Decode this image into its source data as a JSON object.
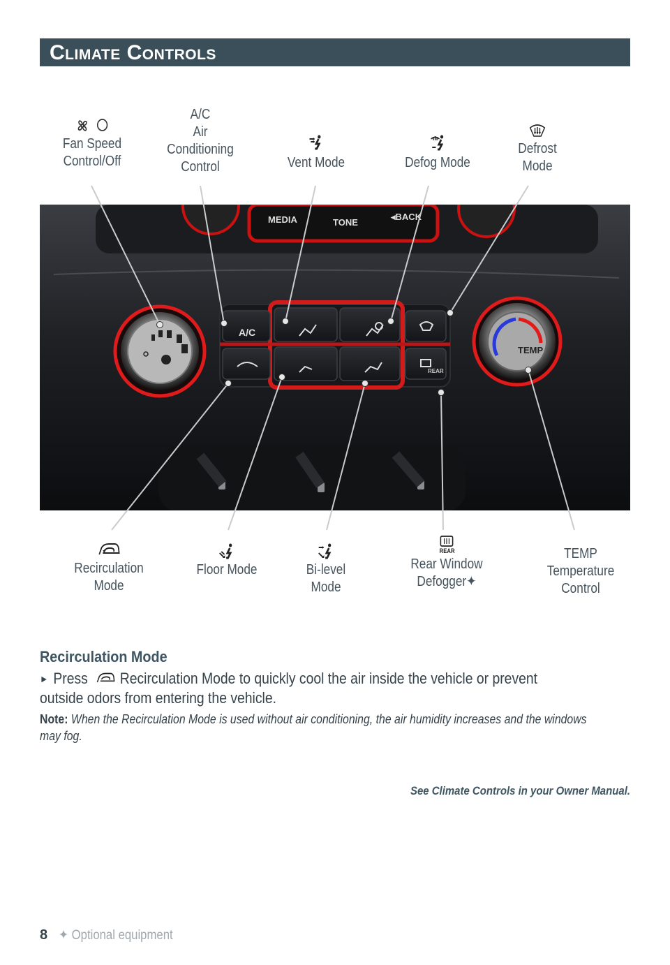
{
  "header": {
    "title": "Climate Controls"
  },
  "labels": {
    "fan_speed": [
      "Fan Speed",
      "Control/Off"
    ],
    "ac": [
      "A/C",
      "Air",
      "Conditioning",
      "Control"
    ],
    "vent": [
      "Vent Mode"
    ],
    "defog": [
      "Defog Mode"
    ],
    "defrost": [
      "Defrost",
      "Mode"
    ],
    "recirculation": [
      "Recirculation",
      "Mode"
    ],
    "floor": [
      "Floor Mode"
    ],
    "bilevel": [
      "Bi-level Mode"
    ],
    "rear_window": [
      "Rear Window",
      "Defogger✦"
    ],
    "temp": [
      "TEMP",
      "Temperature",
      "Control"
    ]
  },
  "photo": {
    "buttons": {
      "ac": "A/C",
      "media": "MEDIA",
      "tone": "TONE",
      "back": "◂BACK",
      "temp_knob": "TEMP",
      "rear": "REAR"
    }
  },
  "section": {
    "title": "Recirculation Mode",
    "bullet_start": "Press",
    "bullet_rest": "Recirculation Mode to quickly cool the air inside the vehicle or prevent outside odors from entering the vehicle.",
    "note_label": "Note:",
    "note_text": "When the Recirculation Mode is used without air conditioning, the air humidity increases and the windows may fog."
  },
  "see_also": "See Climate Controls in your Owner Manual.",
  "footer": {
    "page_number": "8",
    "optional_equipment": "✦ Optional equipment"
  },
  "icons": [
    "fan-icon",
    "power-off-icon",
    "vent-mode-icon",
    "defog-mode-icon",
    "defrost-icon",
    "recirculation-icon",
    "floor-mode-icon",
    "bilevel-mode-icon",
    "rear-defogger-icon"
  ]
}
